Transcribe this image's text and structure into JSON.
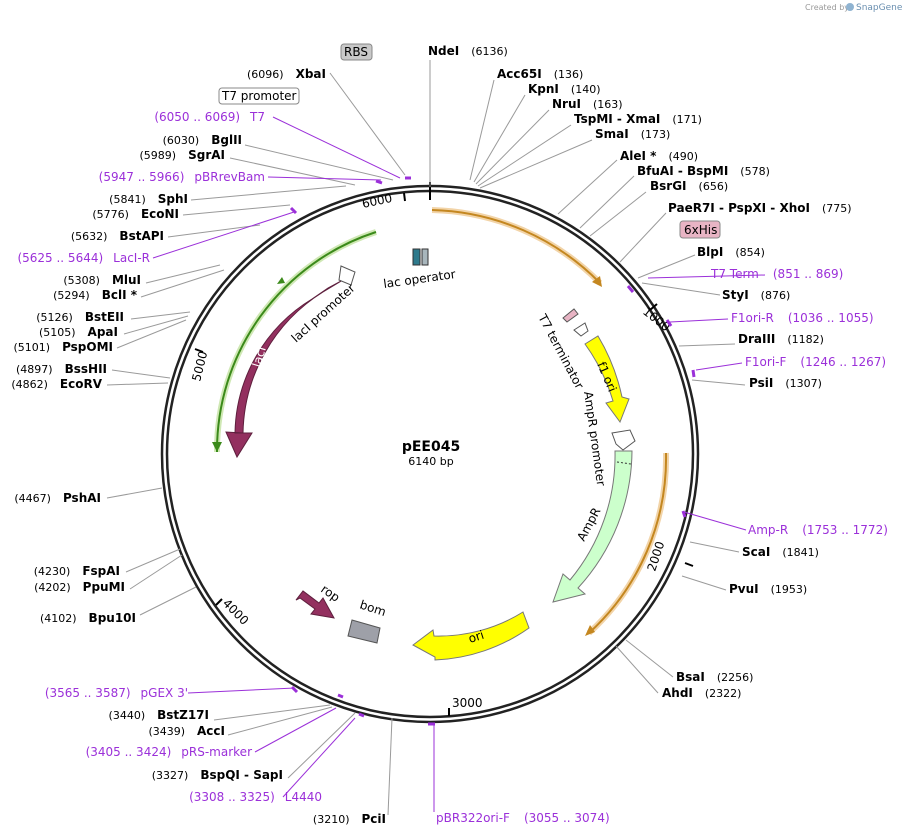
{
  "header": {
    "created_by": "Created by",
    "brand": "SnapGene"
  },
  "plasmid": {
    "name": "pEE045",
    "size": "6140 bp"
  },
  "ticks": [
    "1000",
    "2000",
    "3000",
    "4000",
    "5000",
    "6000"
  ],
  "feature_labels": {
    "lac_operator": "lac operator",
    "laci_promoter": "lacI promoter",
    "laci": "lacI",
    "t7_terminator": "T7 terminator",
    "f1_ori": "f1 ori",
    "ampr_promoter": "AmpR promoter",
    "ampr": "AmpR",
    "ori": "ori",
    "rop": "rop",
    "bom": "bom"
  },
  "boxed": {
    "rbs": "RBS",
    "t7_promoter": "T7 promoter",
    "his": "6xHis"
  },
  "right_sites": [
    {
      "name": "NdeI",
      "pos": "(6136)"
    },
    {
      "name": "Acc65I",
      "pos": "(136)"
    },
    {
      "name": "KpnI",
      "pos": "(140)"
    },
    {
      "name": "NruI",
      "pos": "(163)"
    },
    {
      "name": "TspMI  -  XmaI",
      "pos": "(171)"
    },
    {
      "name": "SmaI",
      "pos": "(173)"
    },
    {
      "name": "AleI *",
      "pos": "(490)"
    },
    {
      "name": "BfuAI  -  BspMI",
      "pos": "(578)"
    },
    {
      "name": "BsrGI",
      "pos": "(656)"
    },
    {
      "name": "PaeR7I  -  PspXI  -  XhoI",
      "pos": "(775)"
    },
    {
      "name": "BlpI",
      "pos": "(854)"
    },
    {
      "name": "StyI",
      "pos": "(876)"
    },
    {
      "name": "DraIII",
      "pos": "(1182)"
    },
    {
      "name": "PsiI",
      "pos": "(1307)"
    },
    {
      "name": "ScaI",
      "pos": "(1841)"
    },
    {
      "name": "PvuI",
      "pos": "(1953)"
    },
    {
      "name": "BsaI",
      "pos": "(2256)"
    },
    {
      "name": "AhdI",
      "pos": "(2322)"
    }
  ],
  "left_sites": [
    {
      "name": "XbaI",
      "pos": "(6096)"
    },
    {
      "name": "BglII",
      "pos": "(6030)"
    },
    {
      "name": "SgrAI",
      "pos": "(5989)"
    },
    {
      "name": "SphI",
      "pos": "(5841)"
    },
    {
      "name": "EcoNI",
      "pos": "(5776)"
    },
    {
      "name": "BstAPI",
      "pos": "(5632)"
    },
    {
      "name": "MluI",
      "pos": "(5308)"
    },
    {
      "name": "BclI *",
      "pos": "(5294)"
    },
    {
      "name": "BstEII",
      "pos": "(5126)"
    },
    {
      "name": "ApaI",
      "pos": "(5105)"
    },
    {
      "name": "PspOMI",
      "pos": "(5101)"
    },
    {
      "name": "BssHII",
      "pos": "(4897)"
    },
    {
      "name": "EcoRV",
      "pos": "(4862)"
    },
    {
      "name": "PshAI",
      "pos": "(4467)"
    },
    {
      "name": "FspAI",
      "pos": "(4230)"
    },
    {
      "name": "PpuMI",
      "pos": "(4202)"
    },
    {
      "name": "Bpu10I",
      "pos": "(4102)"
    },
    {
      "name": "BstZ17I",
      "pos": "(3440)"
    },
    {
      "name": "AccI",
      "pos": "(3439)"
    },
    {
      "name": "BspQI  -  SapI",
      "pos": "(3327)"
    },
    {
      "name": "PciI",
      "pos": "(3210)"
    }
  ],
  "primers": {
    "t7": {
      "range": "(6050 .. 6069)",
      "name": "T7"
    },
    "pbrrevbam": {
      "range": "(5947 .. 5966)",
      "name": "pBRrevBam"
    },
    "laci_r": {
      "range": "(5625 .. 5644)",
      "name": "LacI-R"
    },
    "t7_term": {
      "name": "T7 Term",
      "range": "(851 .. 869)"
    },
    "f1ori_r": {
      "name": "F1ori-R",
      "range": "(1036 .. 1055)"
    },
    "f1ori_f": {
      "name": "F1ori-F",
      "range": "(1246 .. 1267)"
    },
    "amp_r": {
      "name": "Amp-R",
      "range": "(1753 .. 1772)"
    },
    "pgex3": {
      "range": "(3565 .. 3587)",
      "name": "pGEX 3'"
    },
    "prs_marker": {
      "range": "(3405 .. 3424)",
      "name": "pRS-marker"
    },
    "l4440": {
      "range": "(3308 .. 3325)",
      "name": "L4440"
    },
    "pbr322ori_f": {
      "name": "pBR322ori-F",
      "range": "(3055 .. 3074)"
    }
  },
  "colors": {
    "laci": "#93305f",
    "yellow": "#ffff00",
    "ampr": "#ccffcc",
    "bom": "#9ea0a8",
    "primer": "#9b30d9",
    "lac_operator_a": "#2e7a8c",
    "lac_operator_b": "#a8b6bc",
    "his": "#e8b4c4"
  }
}
